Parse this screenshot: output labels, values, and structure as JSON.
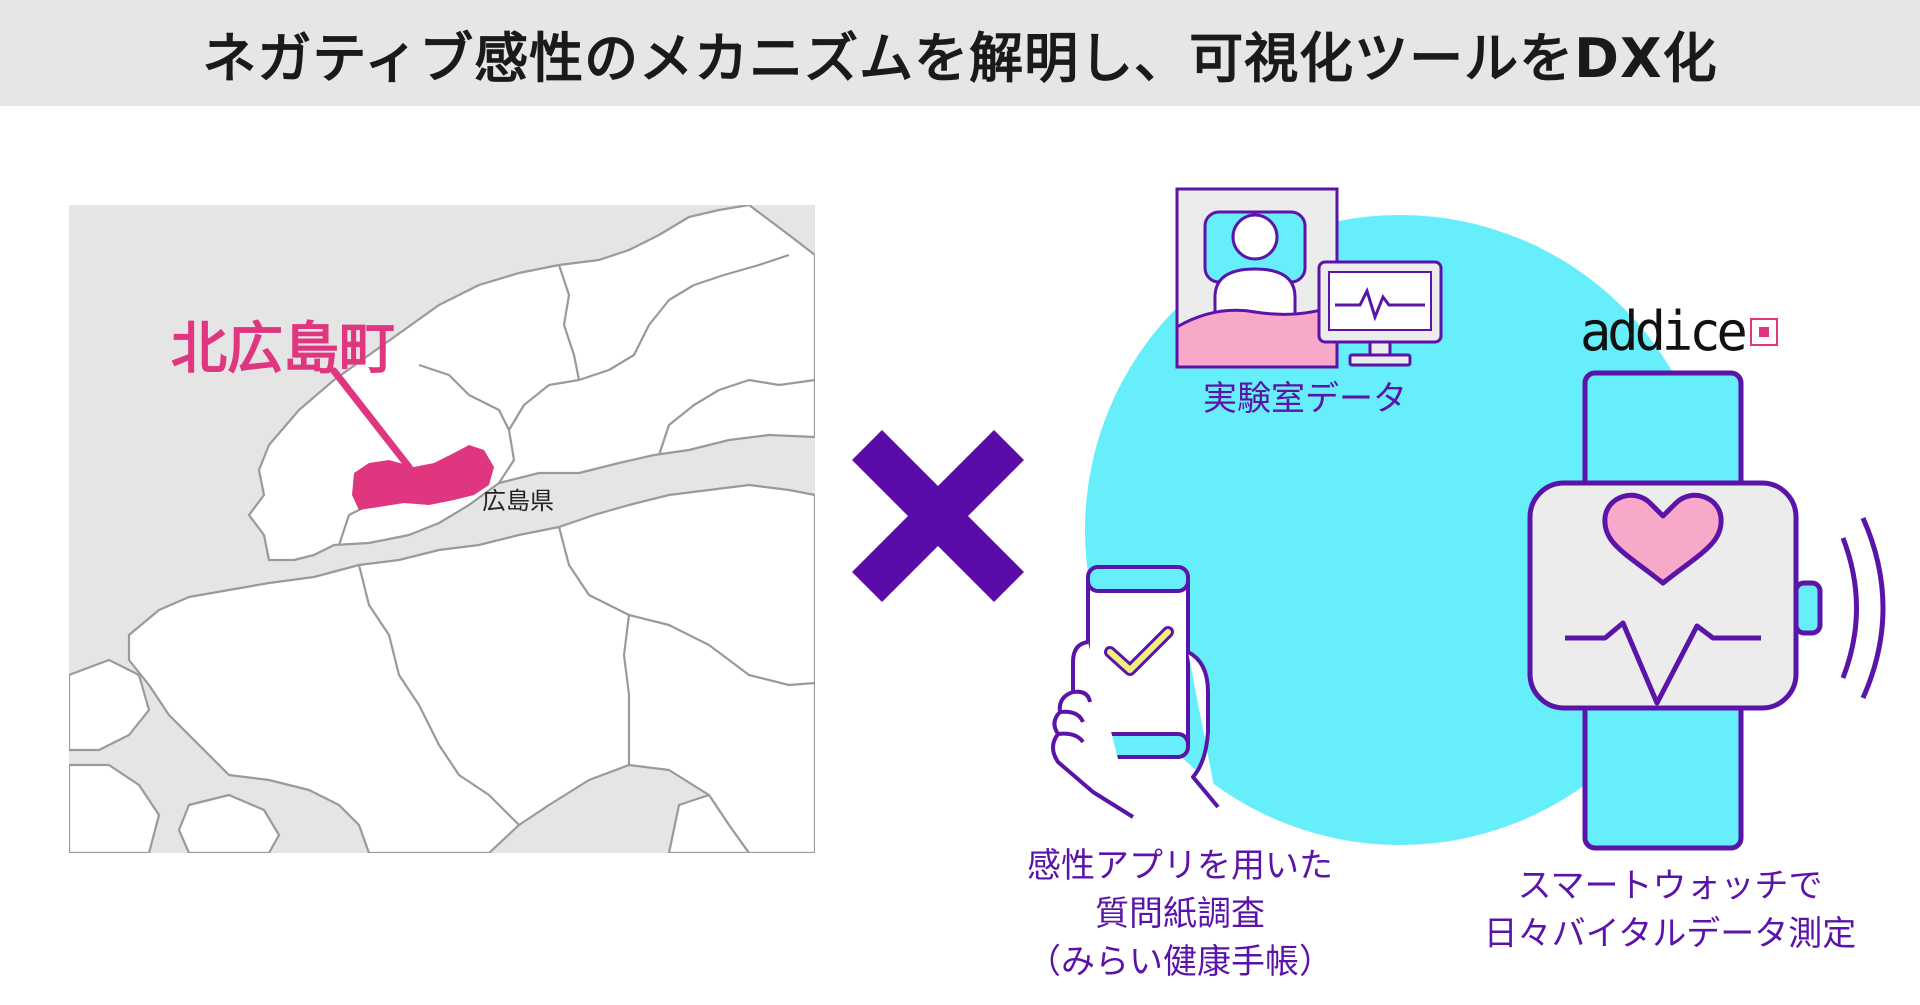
{
  "header": {
    "title": "ネガティブ感性のメカニズムを解明し、可視化ツールをDX化"
  },
  "map": {
    "town_label": "北広島町",
    "prefecture_label": "広島県",
    "colors": {
      "highlight": "#e0357f",
      "land": "#ffffff",
      "sea": "#e5e5e5",
      "border": "#9a9a9a"
    }
  },
  "operator": {
    "icon": "cross-icon",
    "color": "#5a0ca8"
  },
  "sources": {
    "lab": {
      "label": "実験室データ",
      "icon": "lab-monitor-icon"
    },
    "app": {
      "line1": "感性アプリを用いた",
      "line2": "質問紙調査",
      "line3": "（みらい健康手帳）",
      "icon": "smartphone-check-icon"
    },
    "watch": {
      "line1": "スマートウォッチで",
      "line2": "日々バイタルデータ測定",
      "icon": "smartwatch-heart-icon"
    }
  },
  "logo": {
    "text": "addice"
  },
  "colors": {
    "accent": "#5b14a8",
    "circle": "#66eefa",
    "pink": "#f8a8c8"
  }
}
